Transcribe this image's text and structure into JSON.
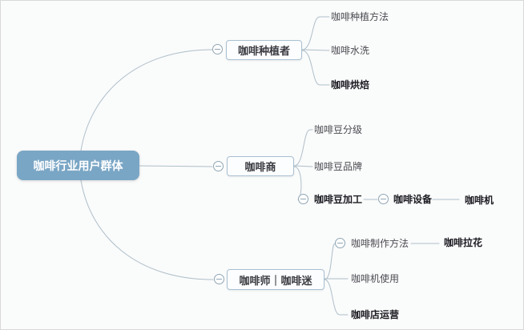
{
  "colors": {
    "canvas": "#fafbfb",
    "root-fill": "#7aa6c5",
    "root-text": "#ffffff",
    "node-fill": "#fbfdfe",
    "node-border": "#a9c0d2",
    "node-text": "#3a3a40",
    "leaf-text": "#4c4c52",
    "leaf-bold": "#1c1c22",
    "line": "#aebfc9",
    "icon": "#8fa5b4"
  },
  "mindmap": {
    "root": {
      "label": "咖啡行业用户群体"
    },
    "branches": [
      {
        "label": "咖啡种植者",
        "children": [
          {
            "label": "咖啡种植方法",
            "emphasis": false
          },
          {
            "label": "咖啡水洗",
            "emphasis": false
          },
          {
            "label": "咖啡烘焙",
            "emphasis": true
          }
        ]
      },
      {
        "label": "咖啡商",
        "children": [
          {
            "label": "咖啡豆分级",
            "emphasis": false
          },
          {
            "label": "咖啡豆品牌",
            "emphasis": false
          },
          {
            "label": "咖啡豆加工",
            "emphasis": true,
            "children": [
              {
                "label": "咖啡设备",
                "emphasis": true,
                "children": [
                  {
                    "label": "咖啡机",
                    "emphasis": true
                  }
                ]
              }
            ]
          }
        ]
      },
      {
        "label": "咖啡师｜咖啡迷",
        "children": [
          {
            "label": "咖啡制作方法",
            "emphasis": false,
            "children": [
              {
                "label": "咖啡拉花",
                "emphasis": true
              }
            ]
          },
          {
            "label": "咖啡机使用",
            "emphasis": false
          },
          {
            "label": "咖啡店运营",
            "emphasis": true
          }
        ]
      }
    ],
    "collapse_icon_glyph": "−"
  }
}
